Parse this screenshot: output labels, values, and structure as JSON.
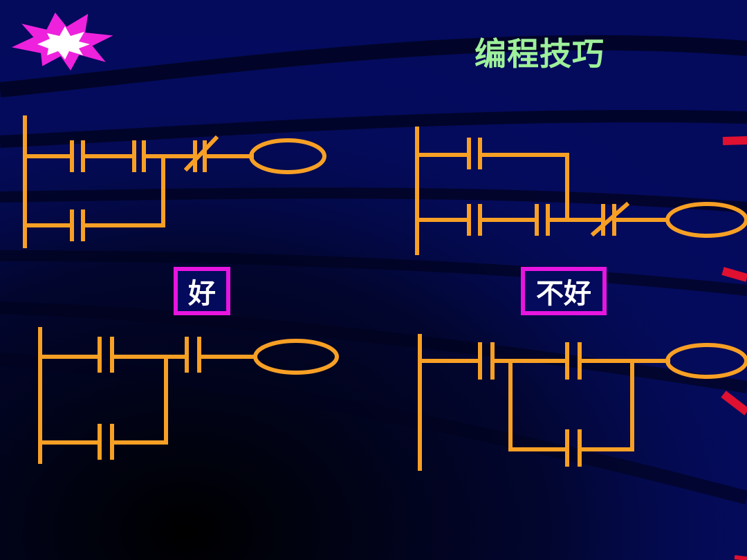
{
  "slide": {
    "title": "编程技巧",
    "label_good": "好",
    "label_bad": "不好"
  },
  "colors": {
    "background": "#040a5c",
    "wire": "#f7a025",
    "title": "#9ef09a",
    "label_border": "#e815e0",
    "starburst": "#ee22dd"
  },
  "icons": [
    "starburst-icon"
  ]
}
